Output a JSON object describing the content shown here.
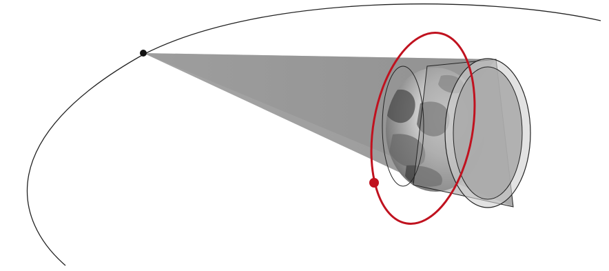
{
  "diagram": {
    "description_free": true,
    "colors": {
      "background": "#ffffff",
      "outer_orbit": "#222222",
      "outer_satellite": "#111111",
      "inner_orbit": "#c0121f",
      "inner_satellite": "#c0121f",
      "cone_fill": "#8c8c8c",
      "cylinder_fill": "#b4b4b4",
      "cylinder_rim": "#d8d8d8",
      "earth_light": "#e8e8e8",
      "earth_dark": "#555555"
    },
    "elements": {
      "outer_orbit": "ellipse-orbit",
      "outer_satellite": "dot",
      "inner_orbit": "ellipse-orbit",
      "inner_satellite": "dot",
      "earth": "globe-icon",
      "shadow_cone": "cone",
      "shadow_cylinder": "cylinder"
    }
  }
}
